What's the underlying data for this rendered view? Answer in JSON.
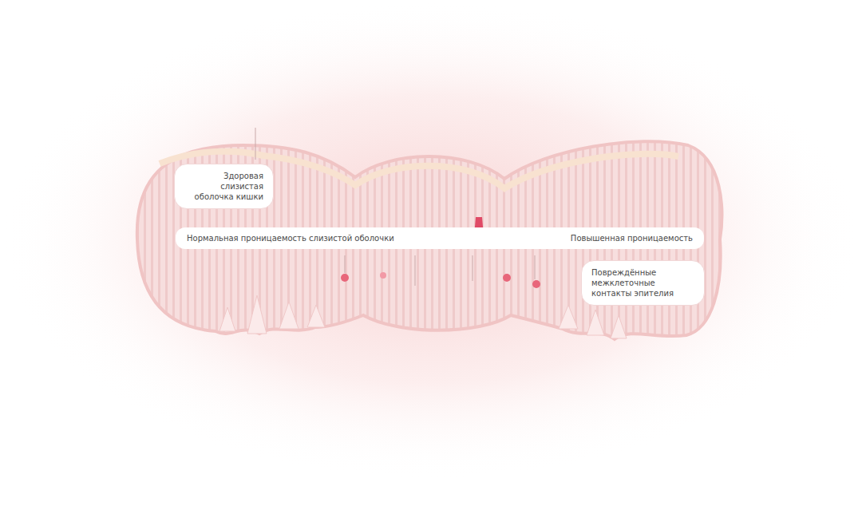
{
  "diagram": {
    "nodes": [
      {
        "text": [
          "Здоровая слизистая оболочка кишки"
        ]
      },
      {
        "text": [
          "Нормальная проницаемость слизистой оболочки",
          "Повышенная проницаемость"
        ]
      },
      {
        "text": [
          "Повреждённые межклеточные контакты эпителия"
        ]
      }
    ]
  }
}
